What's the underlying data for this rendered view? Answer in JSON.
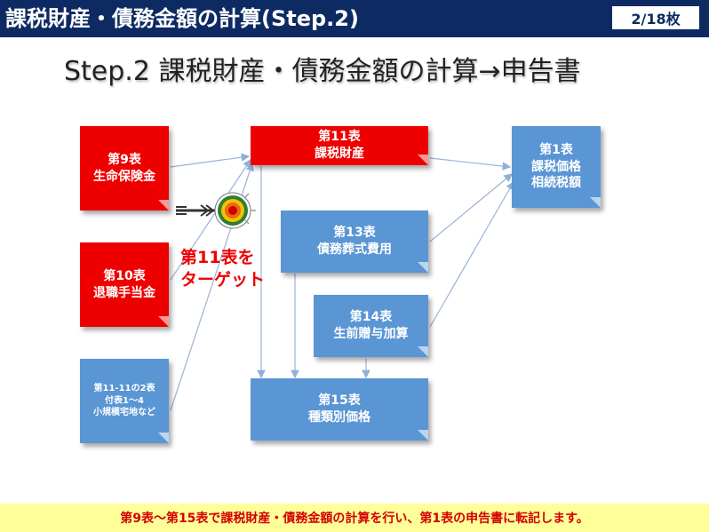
{
  "header": {
    "title": "課税財産・債務金額の計算(Step.2)",
    "page_indicator": "2/18枚"
  },
  "subtitle": "Step.2 課税財産・債務金額の計算→申告書",
  "boxes": {
    "table9": {
      "line1": "第9表",
      "line2": "生命保険金"
    },
    "table10": {
      "line1": "第10表",
      "line2": "退職手当金"
    },
    "table11_11": {
      "line1": "第11-11の2表",
      "line2": "付表1～4",
      "line3": "小規模宅地など"
    },
    "table11": {
      "line1": "第11表",
      "line2": "課税財産"
    },
    "table13": {
      "line1": "第13表",
      "line2": "債務葬式費用"
    },
    "table14": {
      "line1": "第14表",
      "line2": "生前贈与加算"
    },
    "table15": {
      "line1": "第15表",
      "line2": "種類別価格"
    },
    "table1": {
      "line1": "第1表",
      "line2": "課税価格",
      "line3": "相続税額"
    }
  },
  "target_label": {
    "line1": "第11表を",
    "line2": "ターゲット"
  },
  "footer": "第9表～第15表で課税財産・債務金額の計算を行い、第1表の申告書に転記します。",
  "colors": {
    "header_bg": "#0d2b62",
    "red_box": "#ee0000",
    "blue_box": "#5a95d4",
    "footer_bg": "#ffff99",
    "footer_text": "#d40000"
  },
  "icons": [
    "target-icon",
    "arrow-icon"
  ]
}
